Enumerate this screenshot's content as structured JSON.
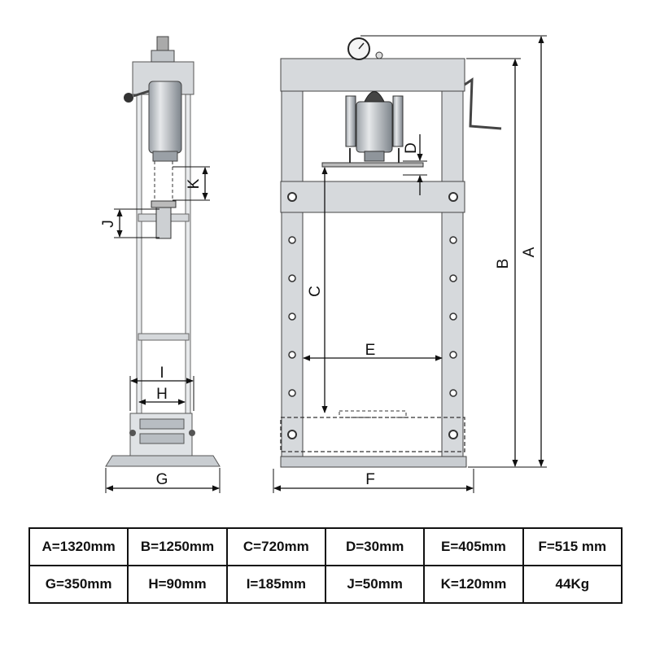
{
  "dimension_labels": {
    "a": "A",
    "b": "B",
    "c": "C",
    "d": "D",
    "e": "E",
    "f": "F",
    "g": "G",
    "h": "H",
    "i": "I",
    "j": "J",
    "k": "K"
  },
  "specs": {
    "rows": [
      [
        "A=1320mm",
        "B=1250mm",
        "C=720mm",
        "D=30mm",
        "E=405mm",
        "F=515 mm"
      ],
      [
        "G=350mm",
        "H=90mm",
        "I=185mm",
        "J=50mm",
        "K=120mm",
        "44Kg"
      ]
    ]
  }
}
